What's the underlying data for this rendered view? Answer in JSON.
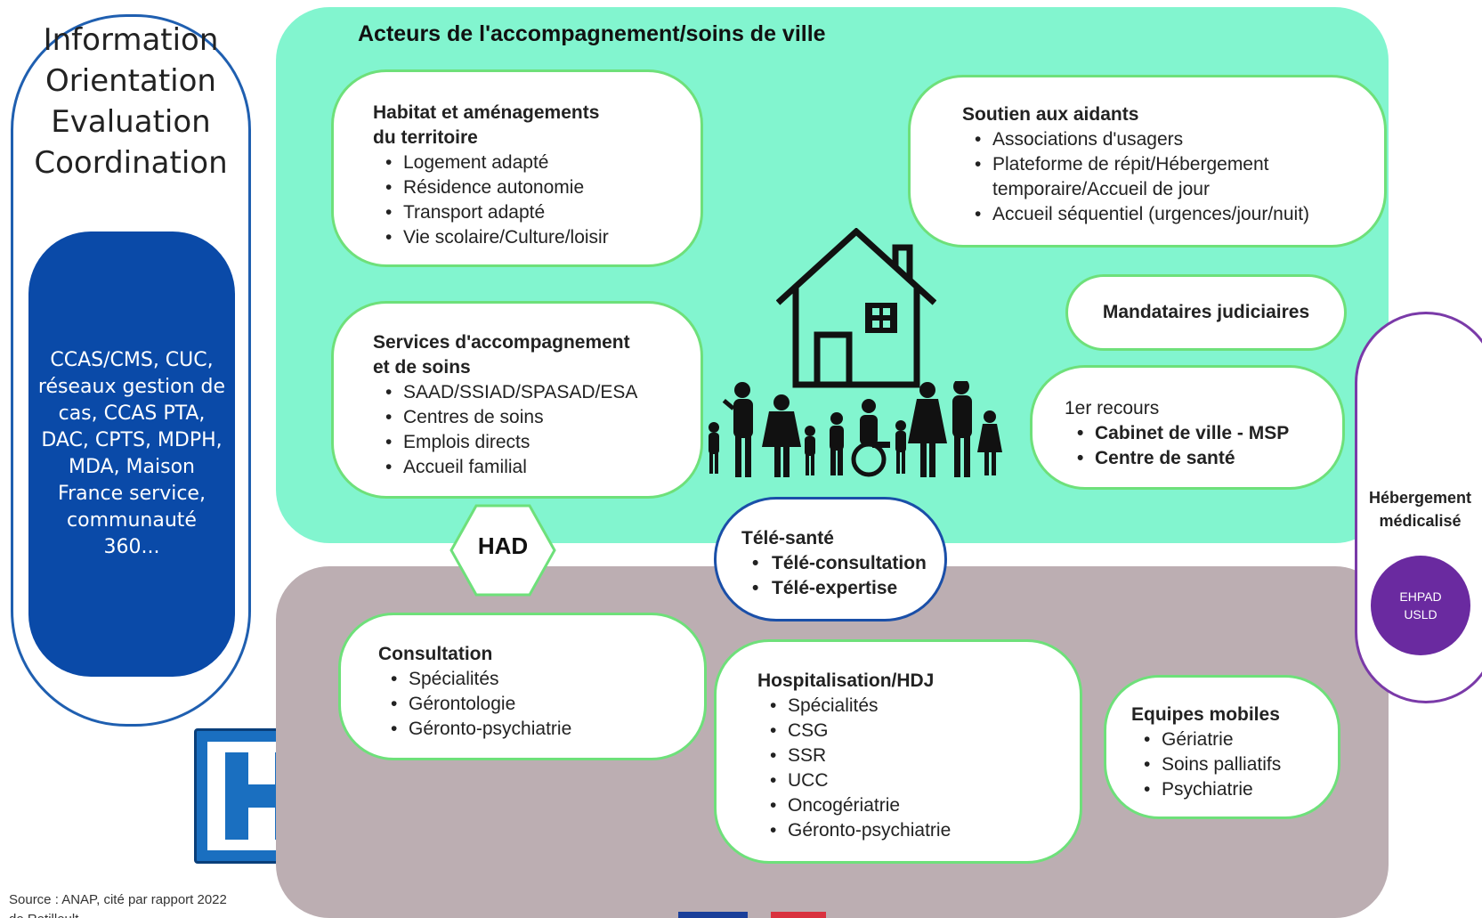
{
  "left_panel": {
    "title_lines": [
      "Information",
      "Orientation",
      "Evaluation",
      "Coordination"
    ],
    "actors_text": "CCAS/CMS, CUC, réseaux gestion de cas, CCAS PTA, DAC, CPTS, MDPH, MDA, Maison France service, communauté 360..."
  },
  "green_region": {
    "title": "Acteurs de l'accompagnement/soins de ville",
    "habitat": {
      "title_line1": "Habitat et aménagements",
      "title_line2": "du territoire",
      "items": [
        "Logement adapté",
        "Résidence autonomie",
        "Transport adapté",
        "Vie scolaire/Culture/loisir"
      ]
    },
    "services": {
      "title_line1": "Services d'accompagnement",
      "title_line2": "et de soins",
      "items": [
        "SAAD/SSIAD/SPASAD/ESA",
        "Centres de soins",
        "Emplois directs",
        "Accueil familial"
      ]
    },
    "aidants": {
      "title": "Soutien aux aidants",
      "items": [
        "Associations d'usagers",
        "Plateforme de répit/Hébergement temporaire/Accueil de jour",
        "Accueil séquentiel (urgences/jour/nuit)"
      ]
    },
    "mandataires": {
      "title": "Mandataires judiciaires"
    },
    "recours": {
      "title": "1er recours",
      "items": [
        "Cabinet de ville - MSP",
        "Centre de santé"
      ]
    }
  },
  "had": {
    "label": "HAD"
  },
  "tele_sante": {
    "title": "Télé-santé",
    "items": [
      "Télé-consultation",
      "Télé-expertise"
    ]
  },
  "mauve_region": {
    "consultation": {
      "title": "Consultation",
      "items": [
        "Spécialités",
        "Gérontologie",
        "Géronto-psychiatrie"
      ]
    },
    "hospitalisation": {
      "title": "Hospitalisation/HDJ",
      "items": [
        "Spécialités",
        "CSG",
        "SSR",
        "UCC",
        "Oncogériatrie",
        "Géronto-psychiatrie"
      ]
    },
    "equipes": {
      "title": "Equipes mobiles",
      "items": [
        "Gériatrie",
        "Soins palliatifs",
        "Psychiatrie"
      ]
    }
  },
  "hebergement": {
    "title_line1": "Hébergement",
    "title_line2": "médicalisé",
    "circle_line1": "EHPAD",
    "circle_line2": "USLD"
  },
  "source": {
    "line1": "Source : ANAP, cité par rapport 2022",
    "line2": "de Retilleult"
  },
  "icons": {
    "house": "house-icon",
    "family": "family-with-wheelchair-icon",
    "hospital": "hospital-h-icon"
  },
  "colors": {
    "green_region": "#82f5cf",
    "mauve_region": "#bcaeb2",
    "card_border": "#6ee07a",
    "blue_pill": "#0a4aa8",
    "left_border": "#1f5fb0",
    "purple": "#6a2aa0",
    "hospital_blue": "#1a6fc0"
  }
}
